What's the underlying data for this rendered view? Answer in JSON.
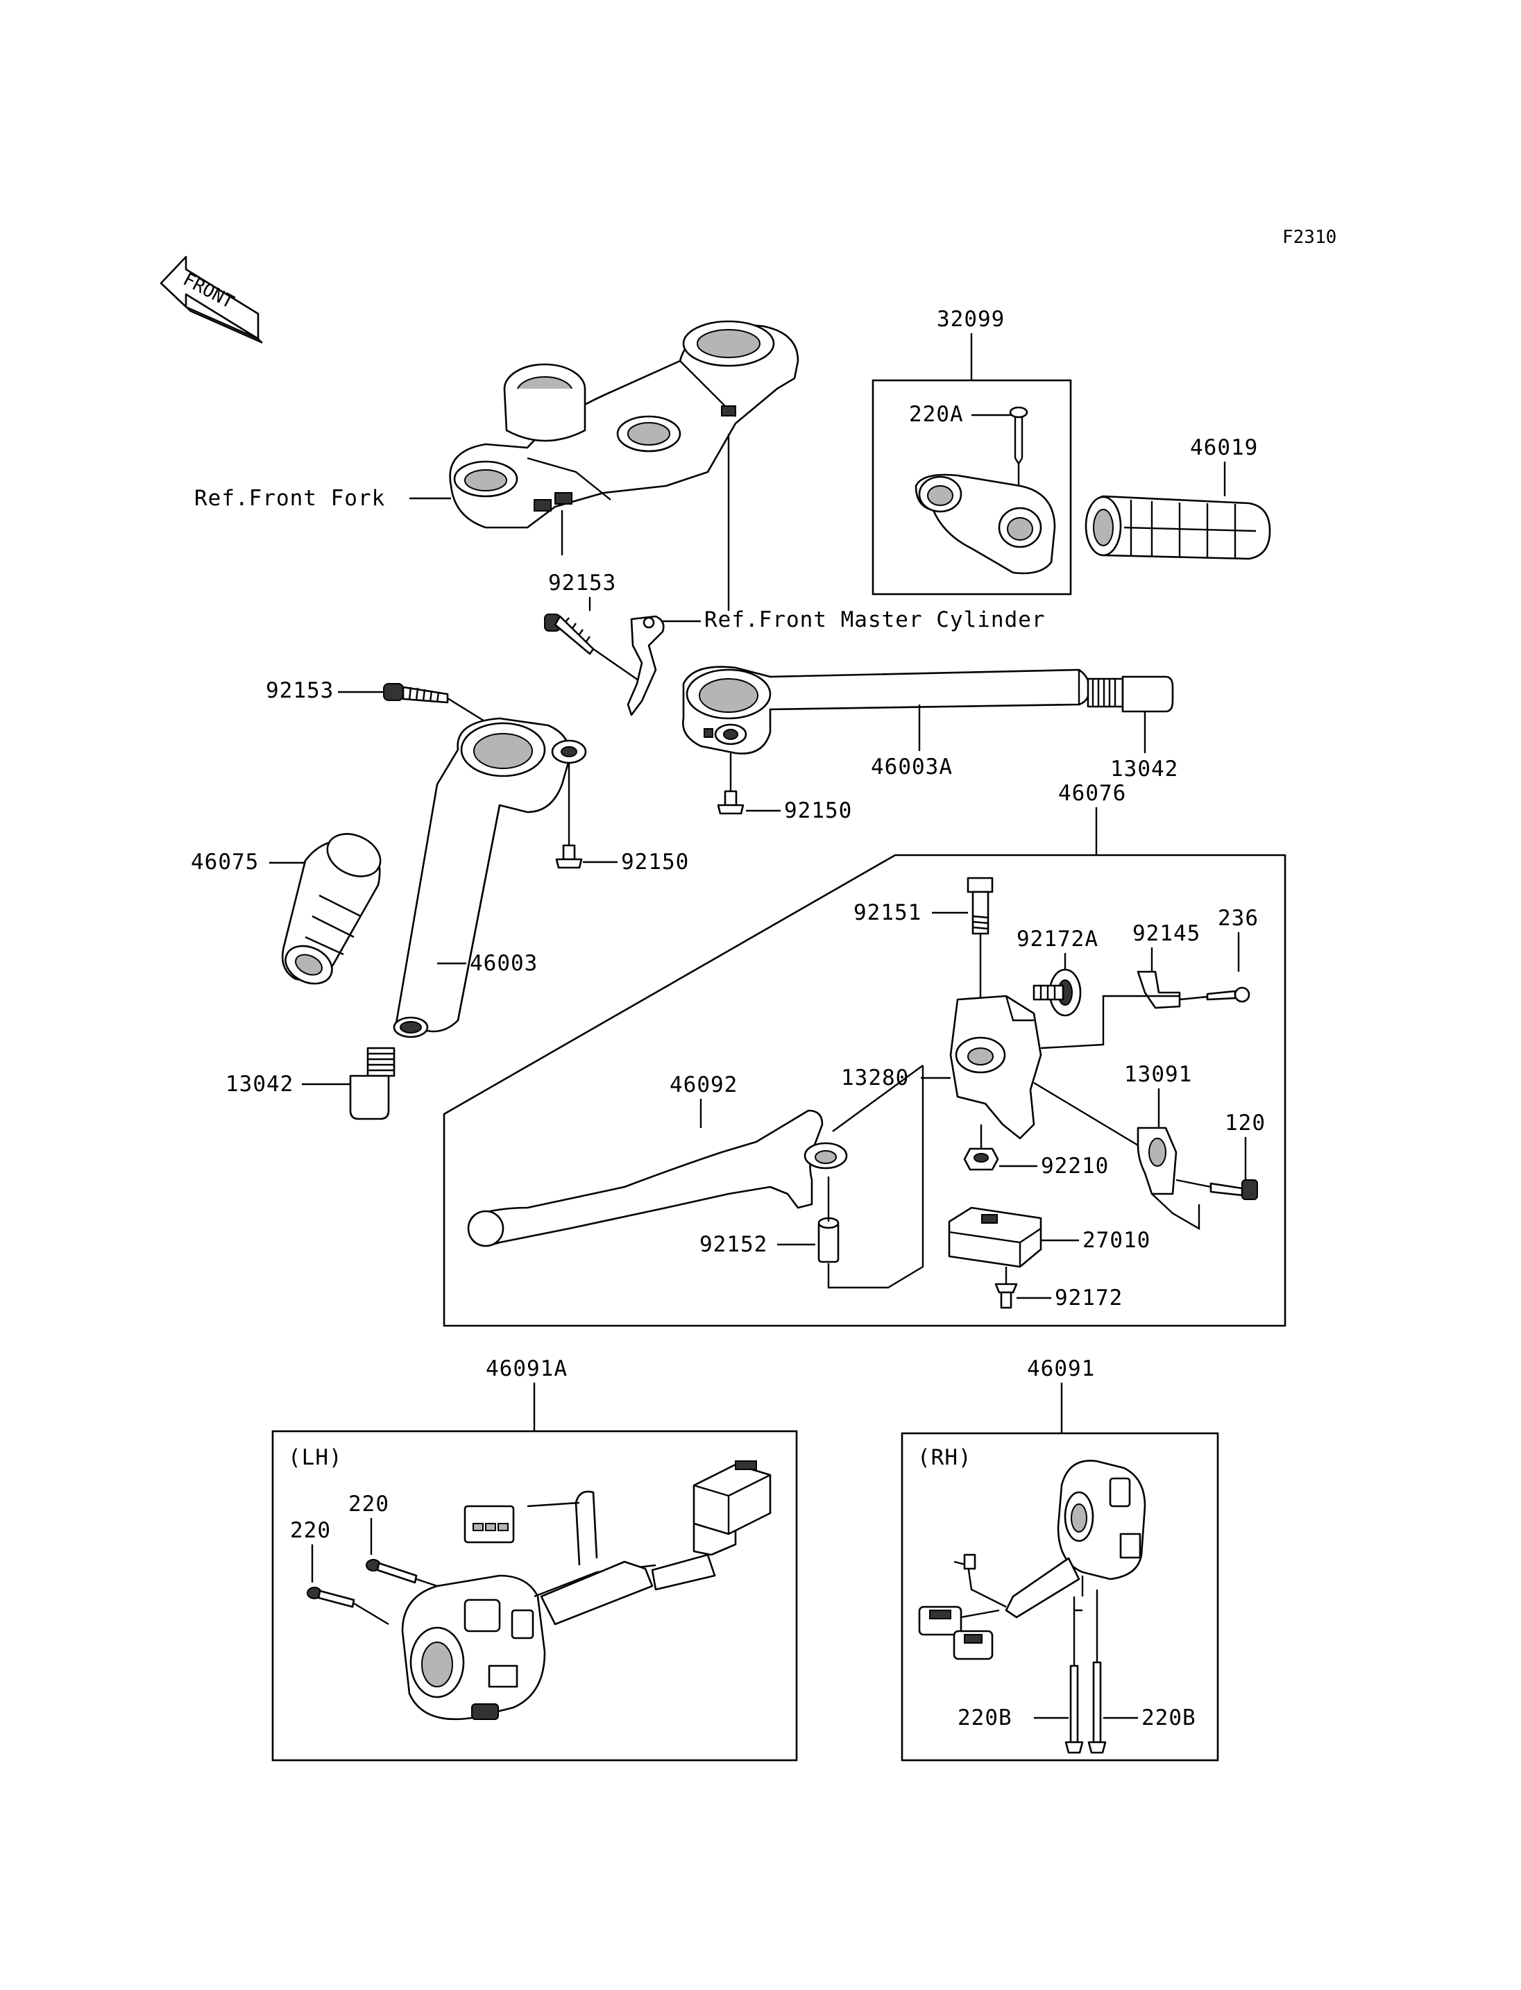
{
  "figure_code": "F2310",
  "front_arrow_text": "FRONT",
  "refs": {
    "front_fork": "Ref.Front Fork",
    "front_master_cylinder": "Ref.Front Master Cylinder"
  },
  "groups": {
    "g32099": "32099",
    "g46076": "46076",
    "g46091A": "46091A",
    "g46091": "46091",
    "lh": "(LH)",
    "rh": "(RH)"
  },
  "parts": {
    "p220A": "220A",
    "p46019": "46019",
    "p92153a": "92153",
    "p92153b": "92153",
    "p46003A": "46003A",
    "p13042a": "13042",
    "p92150a": "92150",
    "p92150b": "92150",
    "p46075": "46075",
    "p46003": "46003",
    "p13042b": "13042",
    "p92151": "92151",
    "p92172A": "92172A",
    "p92145": "92145",
    "p236": "236",
    "p13280": "13280",
    "p13091": "13091",
    "p46092": "46092",
    "p120": "120",
    "p92210": "92210",
    "p92152": "92152",
    "p27010": "27010",
    "p92172": "92172",
    "p220a": "220",
    "p220b": "220",
    "p220Ba": "220B",
    "p220Bb": "220B"
  }
}
